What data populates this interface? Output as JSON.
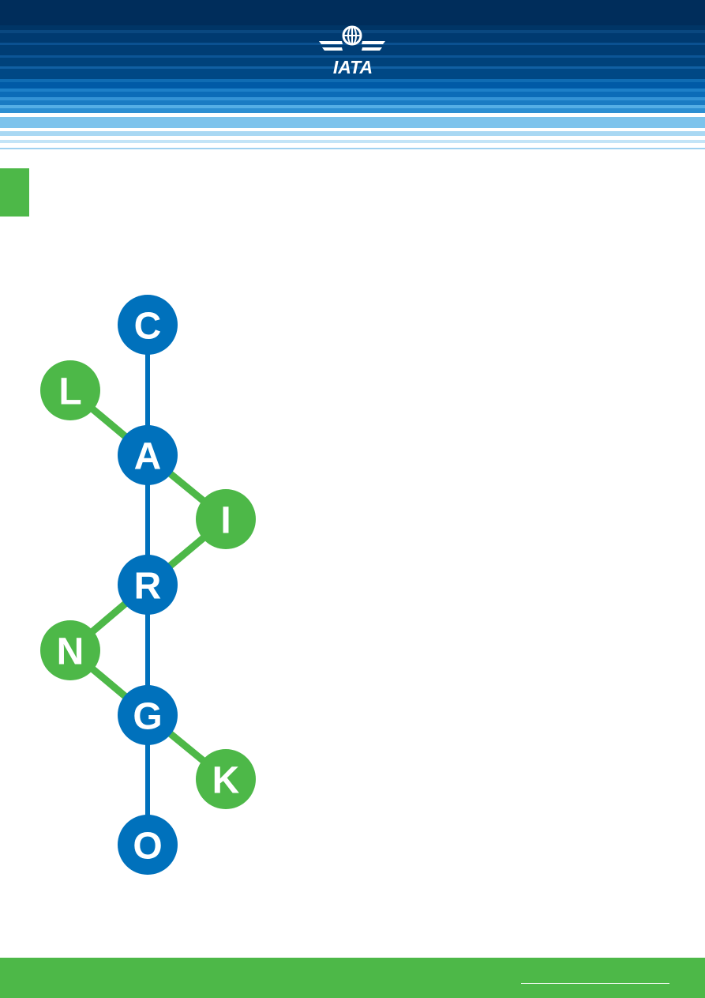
{
  "header": {
    "logo_text": "IATA",
    "colors": {
      "navy": "#002d5b",
      "blue": "#005aa6",
      "sky": "#7cc3ec"
    }
  },
  "diagram": {
    "colors": {
      "blue": "#0071bc",
      "green": "#4db848"
    },
    "nodes": [
      {
        "id": "C",
        "letter": "C",
        "color": "blue"
      },
      {
        "id": "L",
        "letter": "L",
        "color": "green"
      },
      {
        "id": "A",
        "letter": "A",
        "color": "blue"
      },
      {
        "id": "I",
        "letter": "I",
        "color": "green"
      },
      {
        "id": "R",
        "letter": "R",
        "color": "blue"
      },
      {
        "id": "N",
        "letter": "N",
        "color": "green"
      },
      {
        "id": "G",
        "letter": "G",
        "color": "blue"
      },
      {
        "id": "K",
        "letter": "K",
        "color": "green"
      },
      {
        "id": "O",
        "letter": "O",
        "color": "blue"
      }
    ],
    "edges": [
      {
        "from": "C",
        "to": "A",
        "color": "blue"
      },
      {
        "from": "A",
        "to": "R",
        "color": "blue"
      },
      {
        "from": "R",
        "to": "G",
        "color": "blue"
      },
      {
        "from": "G",
        "to": "O",
        "color": "blue"
      },
      {
        "from": "L",
        "to": "A",
        "color": "green"
      },
      {
        "from": "A",
        "to": "I",
        "color": "green"
      },
      {
        "from": "I",
        "to": "R",
        "color": "green"
      },
      {
        "from": "R",
        "to": "N",
        "color": "green"
      },
      {
        "from": "N",
        "to": "G",
        "color": "green"
      },
      {
        "from": "G",
        "to": "K",
        "color": "green"
      }
    ]
  },
  "footer": {
    "color": "#4db848"
  }
}
